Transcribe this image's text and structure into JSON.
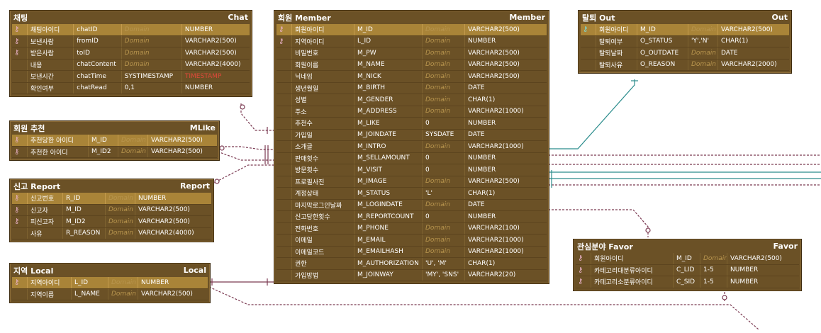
{
  "entities": {
    "chat": {
      "left": "채팅",
      "right": "Chat",
      "rows": [
        {
          "key": "pk",
          "logical": "채팅아이디",
          "physical": "chatID",
          "default": "",
          "domain": "Domain",
          "type": "NUMBER"
        },
        {
          "key": "pk",
          "logical": "보낸사람",
          "physical": "fromID",
          "default": "",
          "domain": "Domain",
          "type": "VARCHAR2(500)"
        },
        {
          "key": "pk",
          "logical": "받은사람",
          "physical": "toID",
          "default": "",
          "domain": "Domain",
          "type": "VARCHAR2(500)"
        },
        {
          "key": "",
          "logical": "내용",
          "physical": "chatContent",
          "default": "",
          "domain": "Domain",
          "type": "VARCHAR2(4000)"
        },
        {
          "key": "",
          "logical": "보낸시간",
          "physical": "chatTime",
          "default": "SYSTIMESTAMP",
          "domain": "",
          "type": "TIMESTAMP"
        },
        {
          "key": "",
          "logical": "확인여부",
          "physical": "chatRead",
          "default": "0,1",
          "domain": "",
          "type": "NUMBER"
        }
      ]
    },
    "mlike": {
      "left": "회원 추천",
      "right": "MLike",
      "rows": [
        {
          "key": "pk",
          "logical": "추천당한 아이디",
          "physical": "M_ID",
          "default": "",
          "domain": "Domain",
          "type": "VARCHAR2(500)"
        },
        {
          "key": "pk",
          "logical": "추천한 아이디",
          "physical": "M_ID2",
          "default": "",
          "domain": "Domain",
          "type": "VARCHAR2(500)"
        }
      ]
    },
    "report": {
      "left": "신고 Report",
      "right": "Report",
      "rows": [
        {
          "key": "pk",
          "logical": "신고번호",
          "physical": "R_ID",
          "default": "",
          "domain": "Domain",
          "type": "NUMBER"
        },
        {
          "key": "pk",
          "logical": "신고자",
          "physical": "M_ID",
          "default": "",
          "domain": "Domain",
          "type": "VARCHAR2(500)"
        },
        {
          "key": "pk",
          "logical": "피신고자",
          "physical": "M_ID2",
          "default": "",
          "domain": "Domain",
          "type": "VARCHAR2(500)"
        },
        {
          "key": "",
          "logical": "사유",
          "physical": "R_REASON",
          "default": "",
          "domain": "Domain",
          "type": "VARCHAR2(4000)"
        }
      ]
    },
    "local": {
      "left": "지역 Local",
      "right": "Local",
      "rows": [
        {
          "key": "pk",
          "logical": "지역아이디",
          "physical": "L_ID",
          "default": "",
          "domain": "Domain",
          "type": "NUMBER"
        },
        {
          "key": "",
          "logical": "지역이름",
          "physical": "L_NAME",
          "default": "",
          "domain": "Domain",
          "type": "VARCHAR2(500)"
        }
      ]
    },
    "member": {
      "left": "회원 Member",
      "right": "Member",
      "rows": [
        {
          "key": "pk",
          "logical": "회원아이디",
          "physical": "M_ID",
          "default": "",
          "domain": "Domain",
          "type": "VARCHAR2(500)"
        },
        {
          "key": "pk",
          "logical": "지역아이디",
          "physical": "L_ID",
          "default": "",
          "domain": "Domain",
          "type": "NUMBER"
        },
        {
          "key": "",
          "logical": "비밀번호",
          "physical": "M_PW",
          "default": "",
          "domain": "Domain",
          "type": "VARCHAR2(500)"
        },
        {
          "key": "",
          "logical": "회원이름",
          "physical": "M_NAME",
          "default": "",
          "domain": "Domain",
          "type": "VARCHAR2(500)"
        },
        {
          "key": "",
          "logical": "닉네임",
          "physical": "M_NICK",
          "default": "",
          "domain": "Domain",
          "type": "VARCHAR2(500)"
        },
        {
          "key": "",
          "logical": "생년월일",
          "physical": "M_BIRTH",
          "default": "",
          "domain": "Domain",
          "type": "DATE"
        },
        {
          "key": "",
          "logical": "성별",
          "physical": "M_GENDER",
          "default": "",
          "domain": "Domain",
          "type": "CHAR(1)"
        },
        {
          "key": "",
          "logical": "주소",
          "physical": "M_ADDRESS",
          "default": "",
          "domain": "Domain",
          "type": "VARCHAR2(1000)"
        },
        {
          "key": "",
          "logical": "추천수",
          "physical": "M_LIKE",
          "default": "0",
          "domain": "",
          "type": "NUMBER"
        },
        {
          "key": "",
          "logical": "가입일",
          "physical": "M_JOINDATE",
          "default": "SYSDATE",
          "domain": "",
          "type": "DATE"
        },
        {
          "key": "",
          "logical": "소개글",
          "physical": "M_INTRO",
          "default": "",
          "domain": "Domain",
          "type": "VARCHAR2(1000)"
        },
        {
          "key": "",
          "logical": "판매횟수",
          "physical": "M_SELLAMOUNT",
          "default": "0",
          "domain": "",
          "type": "NUMBER"
        },
        {
          "key": "",
          "logical": "방문횟수",
          "physical": "M_VISIT",
          "default": "0",
          "domain": "",
          "type": "NUMBER"
        },
        {
          "key": "",
          "logical": "프로필사진",
          "physical": "M_IMAGE",
          "default": "",
          "domain": "Domain",
          "type": "VARCHAR2(500)"
        },
        {
          "key": "",
          "logical": "계정상태",
          "physical": "M_STATUS",
          "default": "'L'",
          "domain": "",
          "type": "CHAR(1)"
        },
        {
          "key": "",
          "logical": "마지막로그인날짜",
          "physical": "M_LOGINDATE",
          "default": "",
          "domain": "Domain",
          "type": "DATE"
        },
        {
          "key": "",
          "logical": "신고당한횟수",
          "physical": "M_REPORTCOUNT",
          "default": "0",
          "domain": "",
          "type": "NUMBER"
        },
        {
          "key": "",
          "logical": "전화번호",
          "physical": "M_PHONE",
          "default": "",
          "domain": "Domain",
          "type": "VARCHAR2(100)"
        },
        {
          "key": "",
          "logical": "이메일",
          "physical": "M_EMAIL",
          "default": "",
          "domain": "Domain",
          "type": "VARCHAR2(1000)"
        },
        {
          "key": "",
          "logical": "이메일코드",
          "physical": "M_EMAILHASH",
          "default": "",
          "domain": "Domain",
          "type": "VARCHAR2(1000)"
        },
        {
          "key": "",
          "logical": "권한",
          "physical": "M_AUTHORIZATION",
          "default": "'U', 'M'",
          "domain": "",
          "type": "CHAR(1)"
        },
        {
          "key": "",
          "logical": "가입방법",
          "physical": "M_JOINWAY",
          "default": "'MY', 'SNS'",
          "domain": "",
          "type": "VARCHAR2(20)"
        }
      ]
    },
    "out": {
      "left": "탈퇴 Out",
      "right": "Out",
      "rows": [
        {
          "key": "fk",
          "logical": "회원아이디",
          "physical": "M_ID",
          "default": "",
          "domain": "Domain",
          "type": "VARCHAR2(500)"
        },
        {
          "key": "",
          "logical": "탈퇴여부",
          "physical": "O_STATUS",
          "default": "'Y','N'",
          "domain": "",
          "type": "CHAR(1)"
        },
        {
          "key": "",
          "logical": "탈퇴날짜",
          "physical": "O_OUTDATE",
          "default": "",
          "domain": "Domain",
          "type": "DATE"
        },
        {
          "key": "",
          "logical": "탈퇴사유",
          "physical": "O_REASON",
          "default": "",
          "domain": "Domain",
          "type": "VARCHAR2(2000)"
        }
      ]
    },
    "favor": {
      "left": "관심분야 Favor",
      "right": "Favor",
      "rows": [
        {
          "key": "pk",
          "logical": "회원아이디",
          "physical": "M_ID",
          "default": "",
          "domain": "Domain",
          "type": "VARCHAR2(500)"
        },
        {
          "key": "pk",
          "logical": "카테고리대분류아이디",
          "physical": "C_LID",
          "default": "1-5",
          "domain": "",
          "type": "NUMBER"
        },
        {
          "key": "pk",
          "logical": "카테고리소분류아이디",
          "physical": "C_SID",
          "default": "1-5",
          "domain": "",
          "type": "NUMBER"
        }
      ]
    }
  },
  "colors": {
    "entity_bg": "#6b5126",
    "pk_row": "#a98438",
    "rel_line": "#7b3a52",
    "identifying_line": "#2a8c8c",
    "domain_text": "#b8954e",
    "timestamp_text": "#e0483a"
  }
}
